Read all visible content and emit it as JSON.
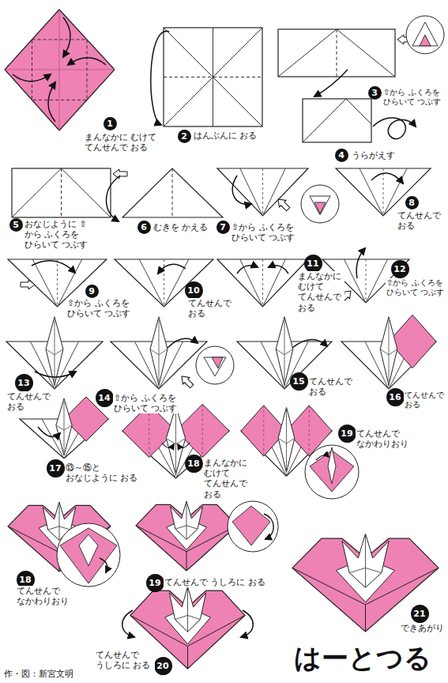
{
  "diagram": {
    "title": "はーとつる",
    "labels": [
      "1",
      "まんなかに むけて てんせんで おる",
      "2",
      "はんぶんに おる",
      "3",
      "⇧から ふくろを ひらいて つぶす",
      "4",
      "うらがえす",
      "5",
      "おなじように ⇧から ふくろを ひらいて つぶす",
      "6",
      "むきを かえる",
      "7",
      "⇧から ふくろを ひらいて つぶす",
      "8",
      "てんせんで おる",
      "9",
      "⇧から ふくろを ひらいて つぶす",
      "10",
      "てんせんで おる",
      "11",
      "まんなかに むけて てんせんで おる",
      "12",
      "⇧から ふくろを ひらいて つぶす",
      "13",
      "てんせんで おる",
      "14",
      "⇧から ふくろを ひらいて つぶす",
      "15",
      "てんせんで おる",
      "16",
      "てんせんで おる",
      "17",
      "⑬～⑮と おなじように おる",
      "18",
      "まんなかに むけて てんせんで おる",
      "19",
      "てんせんで なかわりおり",
      "18",
      "てんせんで なかわりおり",
      "19",
      "てんせんで うしろに おる",
      "20",
      "てんせんで うしろに おる",
      "21",
      "できあがり",
      "作・図：新宮文明"
    ]
  }
}
